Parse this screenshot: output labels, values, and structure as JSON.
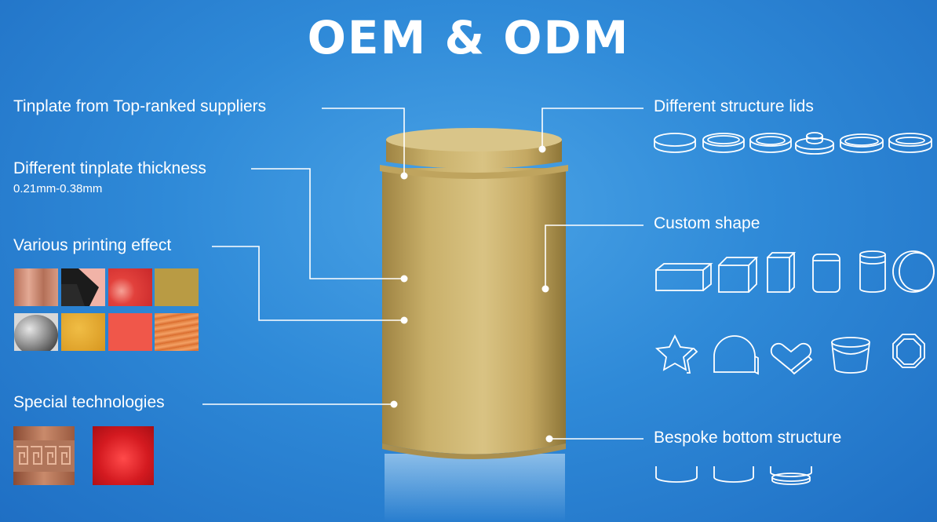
{
  "title": "OEM & ODM",
  "left": {
    "tinplate_label": "Tinplate from Top-ranked suppliers",
    "thickness_label": "Different tinplate thickness",
    "thickness_range": "0.21mm-0.38mm",
    "printing_label": "Various printing effect",
    "special_label": "Special technologies"
  },
  "right": {
    "lids_label": "Different structure lids",
    "shape_label": "Custom shape",
    "bottom_label": "Bespoke bottom structure"
  },
  "swatches": [
    {
      "name": "copper-brushed-swatch",
      "color": "#c4846a"
    },
    {
      "name": "black-pink-swatch",
      "color": "#1b1b1b"
    },
    {
      "name": "red-texture-swatch",
      "color": "#e2413c"
    },
    {
      "name": "olive-gold-swatch",
      "color": "#b99b44"
    },
    {
      "name": "silver-sphere-swatch",
      "color": "#9a9a9a"
    },
    {
      "name": "yellow-gold-swatch",
      "color": "#e0a52a"
    },
    {
      "name": "coral-red-swatch",
      "color": "#f0574a"
    },
    {
      "name": "orange-wood-swatch",
      "color": "#e07b3a"
    }
  ],
  "colors": {
    "background": "#2f8ad8",
    "can_gold": "#c9b06a",
    "line_white": "#ffffff"
  }
}
